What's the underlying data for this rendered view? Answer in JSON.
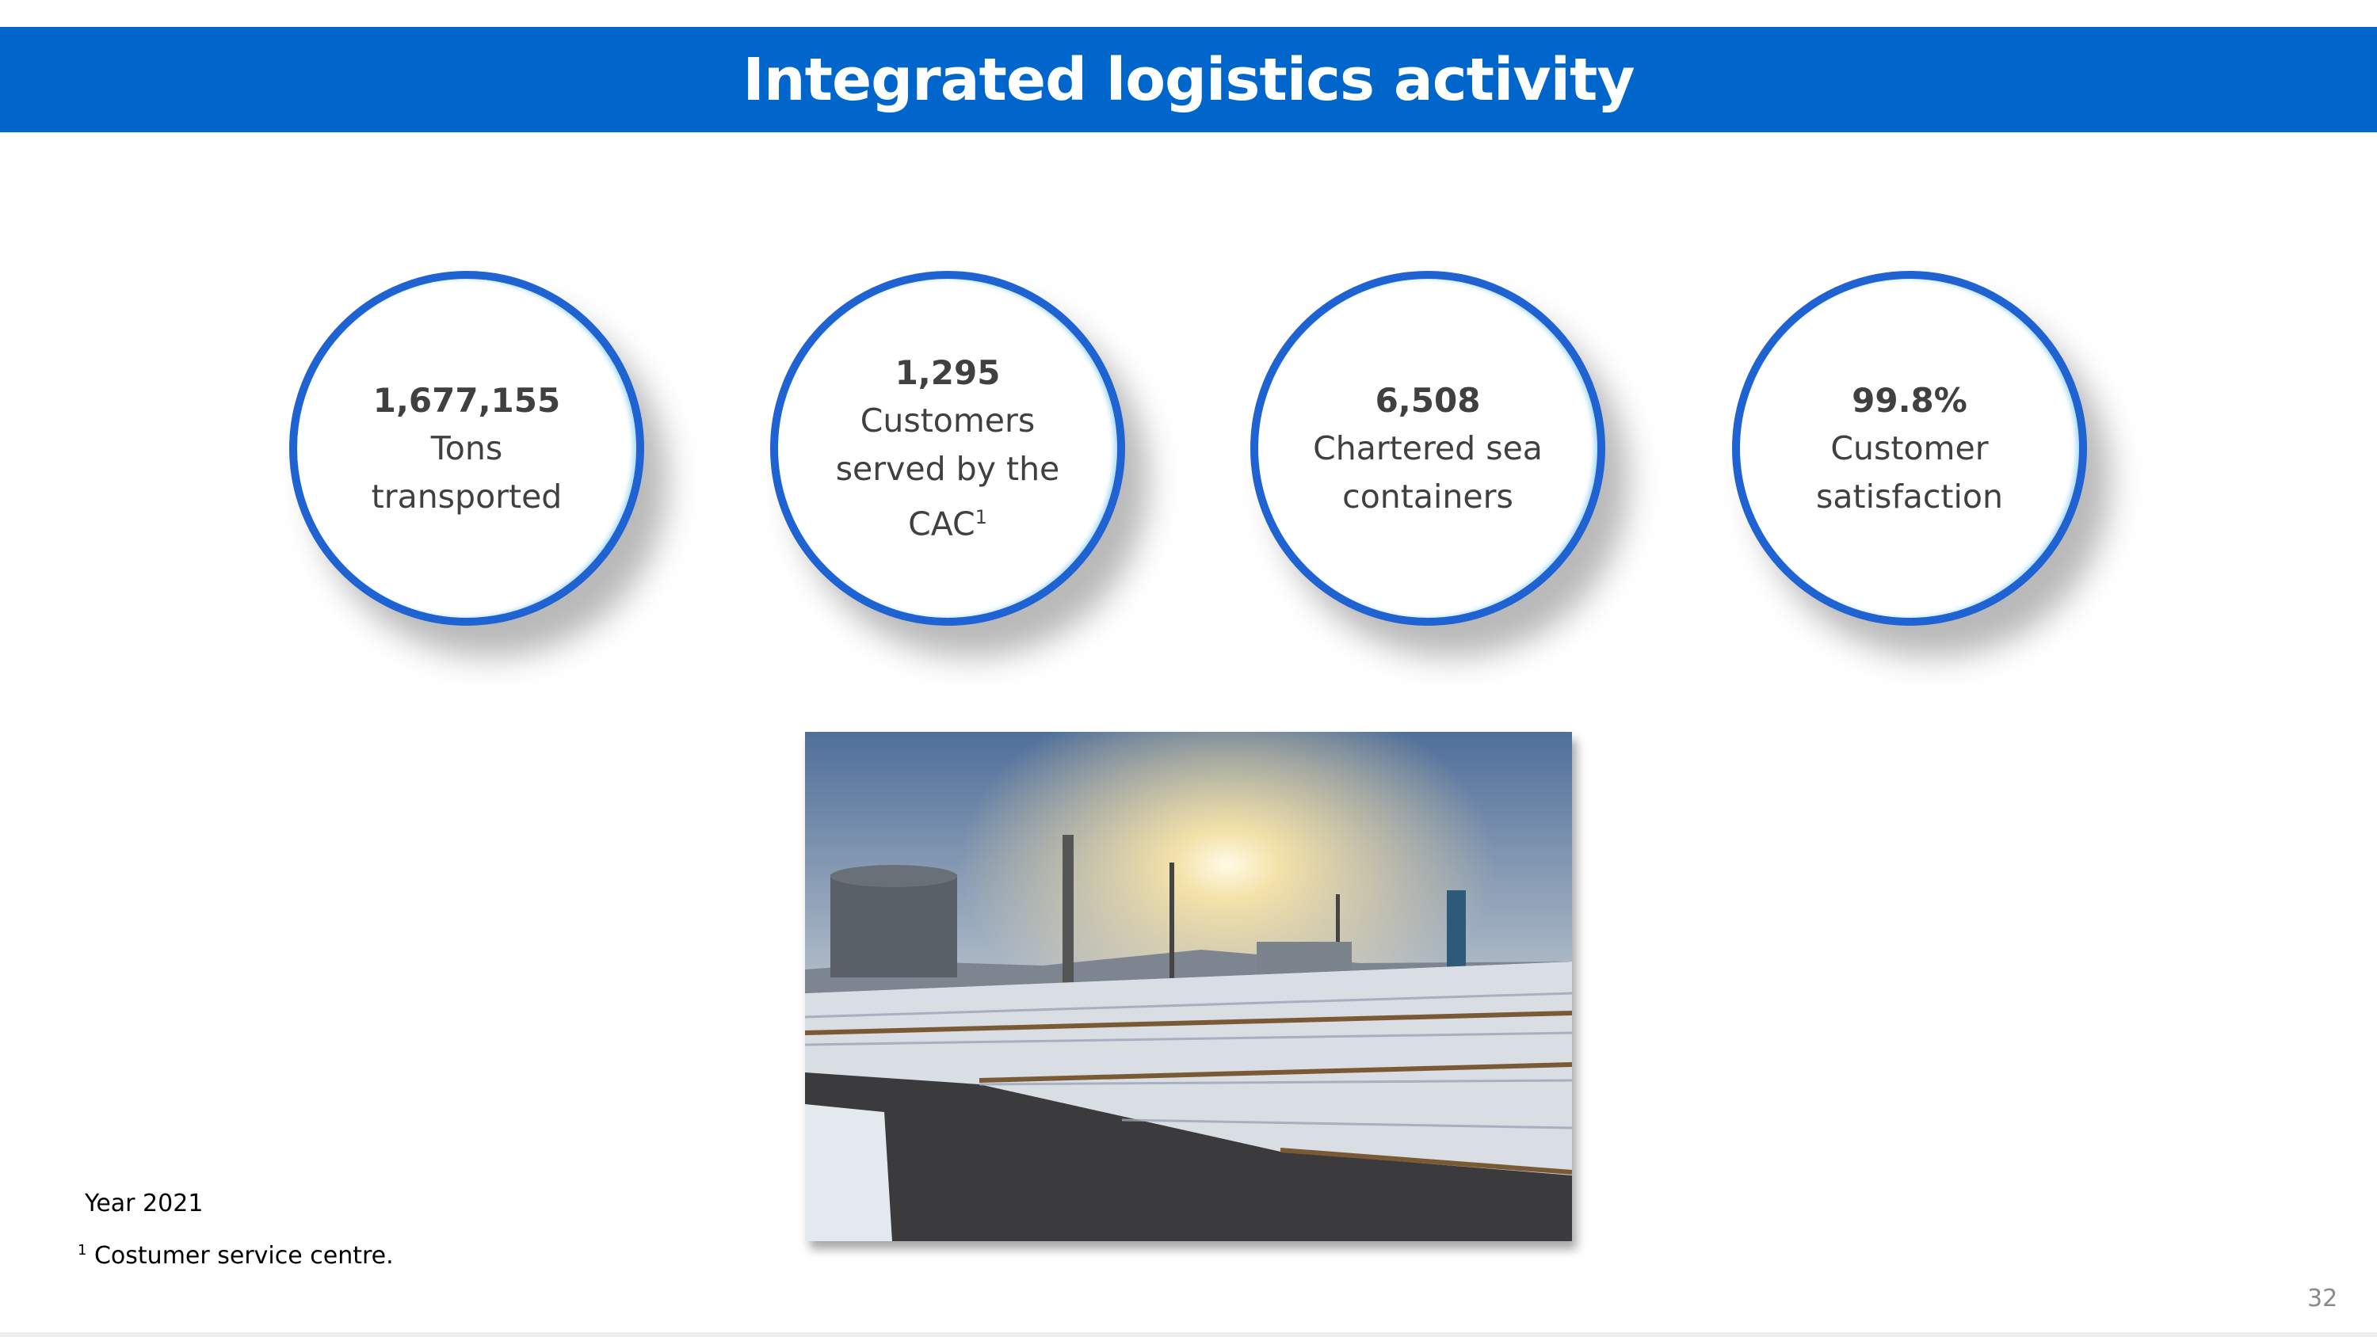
{
  "header": {
    "title": "Integrated logistics activity"
  },
  "stats": [
    {
      "value": "1,677,155",
      "label": "Tons transported",
      "sup": ""
    },
    {
      "value": "1,295",
      "label": "Customers served by the CAC",
      "sup": "1"
    },
    {
      "value": "6,508",
      "label": "Chartered sea containers",
      "sup": ""
    },
    {
      "value": "99.8%",
      "label": "Customer satisfaction",
      "sup": ""
    }
  ],
  "notes": {
    "year": "Year 2021",
    "footnote_mark": "1",
    "footnote": " Costumer service centre."
  },
  "page_number": "32",
  "colors": {
    "header": "#0066CC",
    "circle_border": "#1F63D2",
    "text": "#404040"
  }
}
